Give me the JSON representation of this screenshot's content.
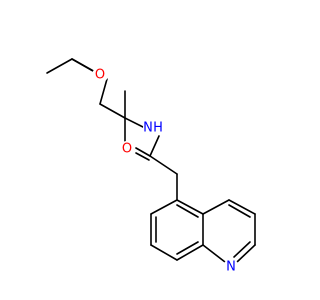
{
  "colors": {
    "background": "#ffffff",
    "bond": "#000000",
    "oxygen": "#ff0000",
    "nitrogen": "#0000ff"
  },
  "atoms": {
    "ether_oxygen": {
      "symbol": "O",
      "element": "oxygen"
    },
    "amide_nitrogen": {
      "symbol": "N",
      "element": "nitrogen"
    },
    "amide_hydrogen": {
      "symbol": "H",
      "element": "nitrogen"
    },
    "carbonyl_oxygen": {
      "symbol": "O",
      "element": "oxygen"
    },
    "ring_nitrogen": {
      "symbol": "N",
      "element": "nitrogen"
    }
  }
}
